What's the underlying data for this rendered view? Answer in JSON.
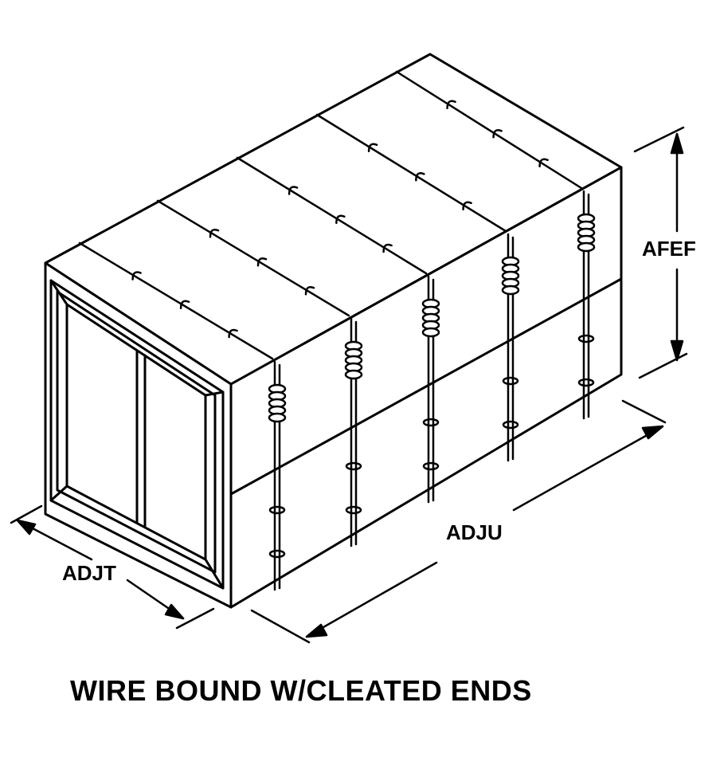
{
  "title": "WIRE BOUND W/CLEATED ENDS",
  "dimensions": {
    "height": "AFEF",
    "width": "ADJT",
    "length": "ADJU"
  },
  "colors": {
    "line": "#000000",
    "background": "#ffffff"
  }
}
